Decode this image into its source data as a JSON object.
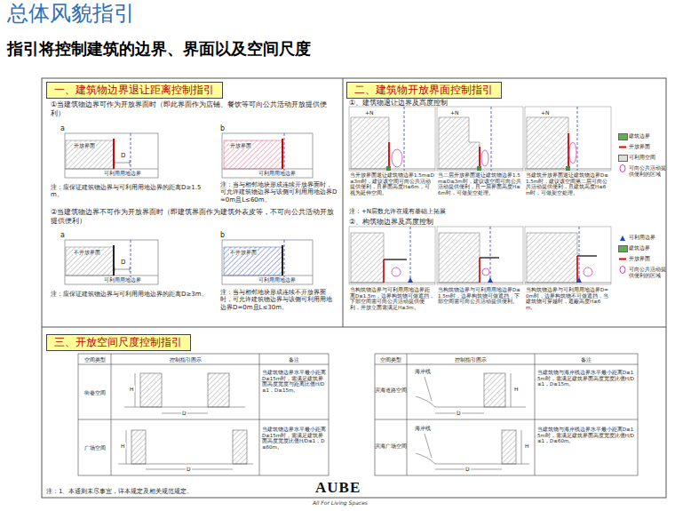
{
  "diagram": {
    "title": "总体风貌指引",
    "nodes": [
      {
        "text": [
          "一、建筑物边界退让距离控制指引"
        ]
      },
      {
        "text": [
          "二、建筑物开放界面控制指引"
        ]
      },
      {
        "text": [
          "三、开放空间尺度控制指引"
        ]
      }
    ],
    "labels": [
      "指引将控制建筑的边界、界面以及空间尺度",
      "①当建筑物边界可作为开放界面时（即此界面作为店铺、餐饮等可向公共活动开放提供便利）",
      "a",
      "开放界面",
      "D",
      "可利用用地边界",
      "注：应保证建筑物边界与可利用用地边界的距离D≥1.5m。",
      "b",
      "开放界面",
      "可利用用地边界",
      "注：当与相邻地块形成连续开放界面时，可允许建筑物边界与该侧可利用用地边界D=0m且L≤60m。",
      "②当建筑物边界不可作为开放界面时（即建筑界面作为建筑外表皮等，不可向公共活动开放提供便利）",
      "a",
      "不开放界面",
      "D",
      "可利用用地边界",
      "注：应保证建筑物边界与可利用用地边界的距离D≥3m。",
      "b",
      "不开放界面",
      "可利用用地边界",
      "注：当与相邻地块形成连续不开放界面时，可允许建筑物边界与该侧可利用用地边界D=0m且L≤30m。",
      "①、建筑物退让边界及高度控制",
      "+N",
      "+N",
      "+N",
      "当开放界面退让建筑物边界1.5m≤D≤3m时，建议该空间可向公共活动提供便利，且界面高度H≤6m，可视为延伸空间。",
      "当二层开放界面退让建筑物边界1.5m≤D≤3m时，建议该空间可向公共活动提供便利，且一层界面高度H≤6m时，可做架空处理。",
      "当建筑开放界面退让建筑物边界D≤1.5m时，建议该空间第二层可向公共活动提供便利，且建筑高度H≤6m时，可做架空处理。",
      "注：+N层数允许在规有基础上拓展",
      "②、构筑物边界及高度控制",
      "当构筑物边界与可利用用地边界距离D≥1.5m，边界构筑物可做遮挡，下部空间需可向公共活动提供便利，开放立面需满足H≥3m。",
      "当构筑物边界与可利用用地边界D≤1.5m时，边界构筑物可做遮挡，下部空间需可向公共活动提供便利。",
      "当构筑物边界与可利用用地边界D=0m时，边界构筑物不可做遮挡，当建筑物可穿越时，遮蔽高度H≥6m。",
      "空间类型",
      "控制指引图示",
      "备注",
      "街巷空间",
      "H",
      "D",
      "当建筑物边界水平最小距离D≥15m时，需满足建筑界面高度宽度与距离比值H/D≤1，D≤15m。",
      "广场空间",
      "H",
      "D",
      "当建筑物边界水平最小距离D≥15m时，需满足建筑界面高度宽度比值H/D≤1，D≤60m。",
      "空间类型",
      "控制指引图示",
      "备注",
      "滨海道路空间",
      "海岸线",
      "H",
      "D",
      "当建筑物与海岸线边界水平最小距离D≥15m时，需满足建筑界面高度宽度比值H/D≤1，D≤15m。",
      "滨海广场空间",
      "海岸线",
      "H",
      "D",
      "当建筑物与海岸线边界水平最小距离D≥15m时，需满足建筑界面高度宽度比值H/D≤1，D≤60m。",
      "注：1、本通则未尽事宜，详本规定及相关规范规定。",
      "AUBE",
      "All For Living Spaces"
    ],
    "legend": [
      {
        "text": "建筑边界",
        "color": "#5fae4f"
      },
      {
        "text": "开放界面"
      },
      {
        "text": "可利用空间",
        "color": "#dddddd"
      },
      {
        "text": "可向公共活动提供便利的区域"
      },
      {
        "text": "可利用边界"
      },
      {
        "text": "建筑边界",
        "color": "#5fae4f"
      },
      {
        "text": "开放界面"
      },
      {
        "text": "可向公共活动提供便利的区域"
      }
    ]
  }
}
